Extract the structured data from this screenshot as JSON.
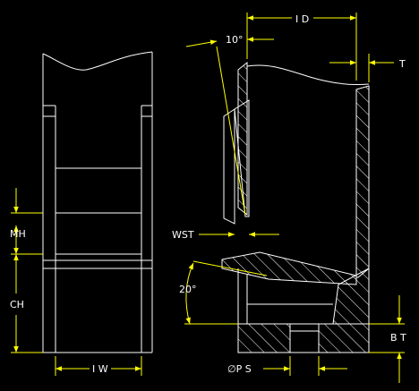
{
  "labels": {
    "id": "I D",
    "ten_deg": "10°",
    "t": "T",
    "wst": "WST",
    "mh": "MH",
    "ch": "CH",
    "twenty_deg": "20°",
    "iw": "I W",
    "ps": "∅P S",
    "bt": "B T"
  },
  "colors": {
    "background": "#000000",
    "outline": "#ffffff",
    "dimension": "#ffff00",
    "text": "#ffffff"
  }
}
